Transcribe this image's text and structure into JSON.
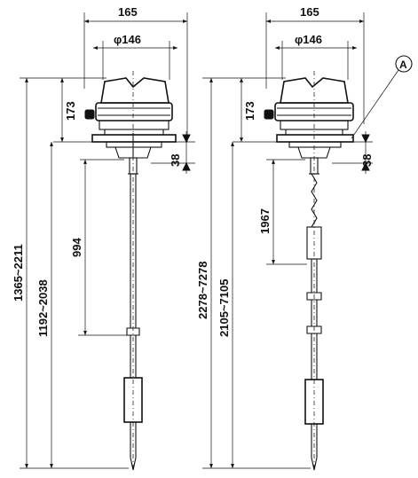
{
  "left_view": {
    "dim_width": "165",
    "dim_diameter": "φ146",
    "dim_head": "173",
    "dim_flange": "38",
    "dim_insert": "994",
    "dim_total_range": "1365~2211",
    "dim_length_range": "1192~2038"
  },
  "right_view": {
    "dim_width": "165",
    "dim_diameter": "φ146",
    "dim_head": "173",
    "dim_flange": "38",
    "dim_insert": "1967",
    "dim_total_range": "2278~7278",
    "dim_length_range": "2105~7105",
    "callout_label": "A"
  }
}
